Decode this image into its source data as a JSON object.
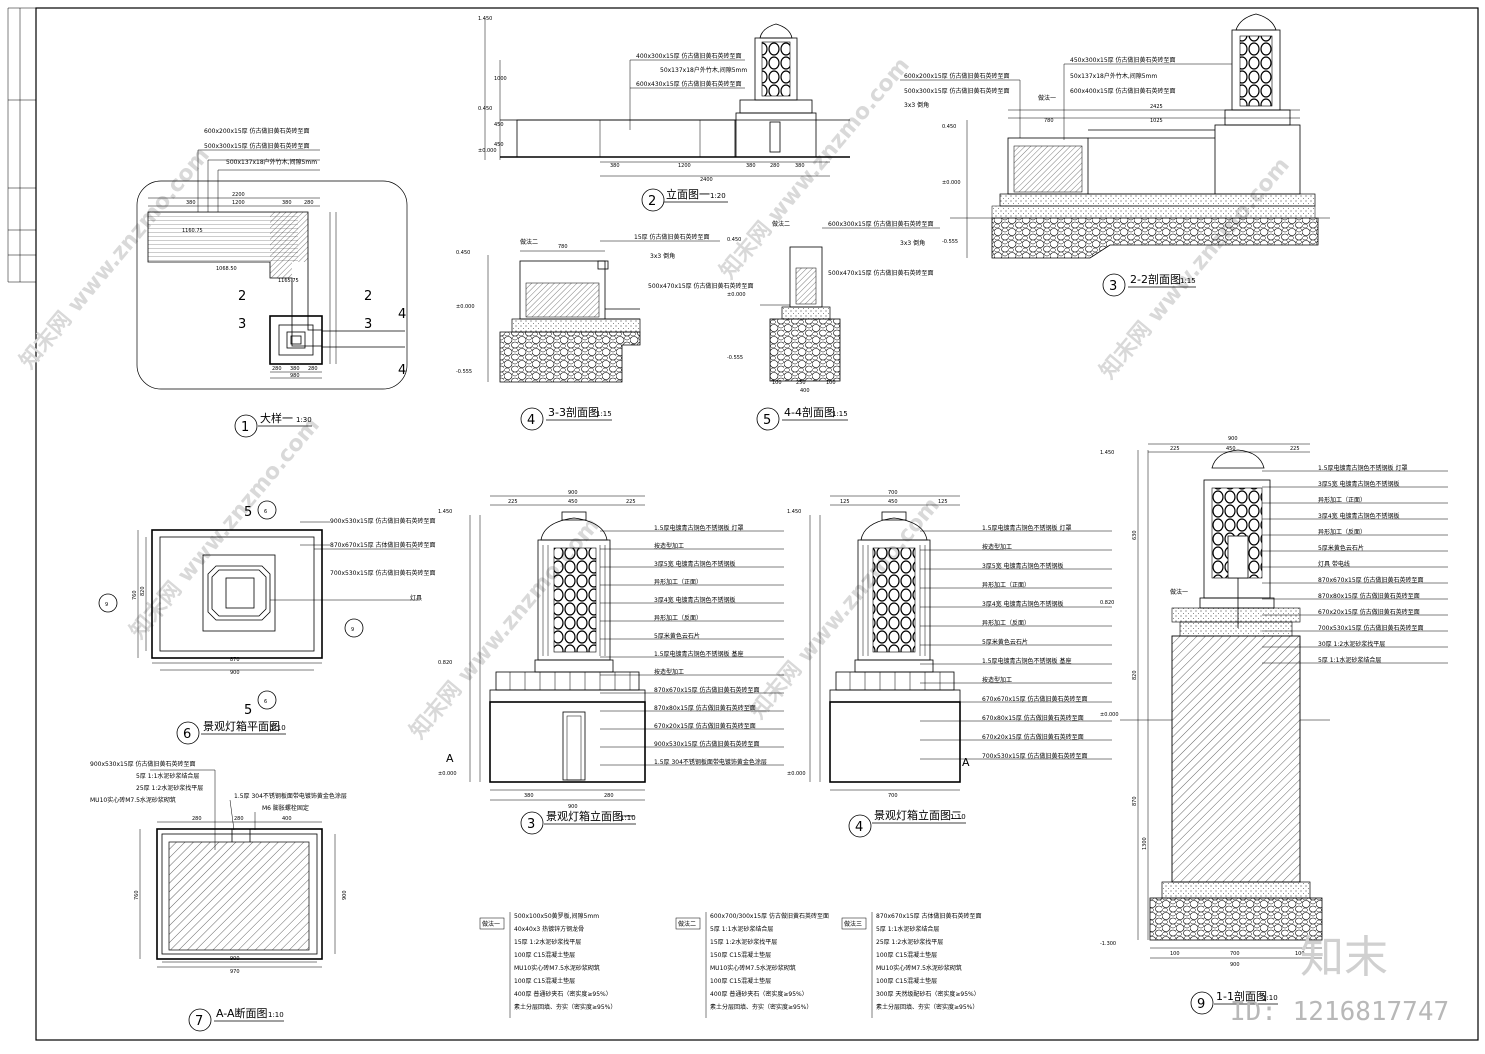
{
  "drawings": {
    "d1": {
      "num": "1",
      "title": "大样一",
      "scale": "1:30",
      "callouts": [
        "600x200x15厚 仿古做旧黄石英砖至面",
        "500x300x15厚 仿古做旧黄石英砖至面",
        "500x137x18户外竹木,间隙5mm"
      ],
      "dims_top": [
        "2200",
        "380",
        "1200",
        "380",
        "280"
      ],
      "levels": [
        "1160.75",
        "1068.50",
        "1165.75"
      ],
      "dims_bottom": [
        "280",
        "380",
        "280"
      ],
      "dim_bottom_total": "980",
      "sec": [
        "2",
        "2",
        "3",
        "3",
        "4",
        "4"
      ]
    },
    "d2": {
      "num": "2",
      "title": "立面图一",
      "scale": "1:20",
      "callouts": [
        "400x300x15厚 仿古做旧黄石英砖至面",
        "50x137x18户外竹木,间隙5mm",
        "600x430x15厚 仿古做旧黄石英砖至面"
      ],
      "levels": [
        "1.450",
        "0.450",
        "±0.000"
      ],
      "dims": [
        "380",
        "1200",
        "380",
        "280",
        "380"
      ],
      "dim_total": "2400",
      "vdims": [
        "1000",
        "450",
        "450"
      ]
    },
    "d3": {
      "num": "3",
      "title": "2-2剖面图",
      "scale": "1:15",
      "callouts": [
        "450x300x15厚 仿古做旧黄石英砖至面",
        "50x137x18户外竹木,间隙5mm",
        "600x400x15厚 仿古做旧黄石英砖至面",
        "600x200x15厚 仿古做旧黄石英砖至面",
        "500x300x15厚 仿古做旧黄石英砖至面",
        "3x3 倒角"
      ],
      "tag": "做法一",
      "levels": [
        "0.450",
        "±0.000",
        "-0.555"
      ],
      "dims": [
        "2425",
        "780",
        "1025"
      ]
    },
    "d4": {
      "num": "4",
      "title": "3-3剖面图",
      "scale": "1:15",
      "callouts": [
        "15厚 仿古做旧黄石英砖至面",
        "3x3 倒角",
        "500x470x15厚 仿古做旧黄石英砖至面"
      ],
      "tag": "做法二",
      "levels": [
        "0.450",
        "±0.000",
        "-0.555"
      ],
      "dims": [
        "780"
      ]
    },
    "d5": {
      "num": "5",
      "title": "4-4剖面图",
      "scale": "1:15",
      "callouts": [
        "600x300x15厚 仿古做旧黄石英砖至面",
        "3x3 倒角",
        "500x470x15厚 仿古做旧黄石英砖至面"
      ],
      "tag": "做法二",
      "levels": [
        "0.450",
        "±0.000",
        "-0.555"
      ],
      "dims": [
        "100",
        "250",
        "100",
        "400"
      ]
    },
    "d6": {
      "num": "6",
      "title": "景观灯箱平面图",
      "scale": "1:10",
      "callouts": [
        "900x530x15厚 仿古做旧黄石英砖至面",
        "870x670x15厚 古体做旧黄石英砖至面",
        "700x530x15厚 仿古做旧黄石英砖至面",
        "灯具"
      ],
      "dims": [
        "870",
        "900"
      ],
      "vdims": [
        "760",
        "820"
      ],
      "sec": [
        "5",
        "5",
        "9",
        "9"
      ]
    },
    "d7": {
      "num": "7",
      "title": "A-A断面图",
      "scale": "1:10",
      "callouts": [
        "900x530x15厚 仿古做旧黄石英砖至面",
        "5厚 1:1水泥砂浆结合层",
        "25厚 1:2水泥砂浆找平层",
        "MU10实心砖M7.5水泥砂浆砌筑",
        "1.5厚 304不锈钢板面带电镀饰黄金色涂层",
        "M6 膨胀螺栓固定"
      ],
      "dims": [
        "280",
        "280",
        "400"
      ],
      "dim_bottom": [
        "900",
        "970"
      ],
      "vdims": [
        "760",
        "900"
      ]
    },
    "d8": {
      "num": "3",
      "title": "景观灯箱立面图一",
      "scale": "1:10",
      "callouts": [
        "1.5厚电镀青古铜色不锈钢板 灯罩",
        "按造型加工",
        "3厚5宽 电镀青古铜色不锈钢板",
        "异形加工（正面）",
        "3厚4宽 电镀青古铜色不锈钢板",
        "异形加工（反面）",
        "5厚米黄色云石片",
        "1.5厚电镀青古铜色不锈钢板 基座",
        "按造型加工",
        "870x670x15厚 仿古做旧黄石英砖至面",
        "870x80x15厚 仿古做旧黄石英砖至面",
        "670x20x15厚 仿古做旧黄石英砖至面",
        "900x530x15厚 仿古做旧黄石英砖至面",
        "1.5厚 304不锈钢板面带电镀饰黄金色涂层"
      ],
      "dims_top": [
        "225",
        "450",
        "225"
      ],
      "dim_top_total": "900",
      "levels": [
        "1.450",
        "0.820",
        "±0.000"
      ],
      "dim_bottom": [
        "380",
        "280"
      ],
      "dim_bottom_total": "900",
      "sec": [
        "A"
      ]
    },
    "d9": {
      "num": "4",
      "title": "景观灯箱立面图二",
      "scale": "1:10",
      "callouts": [
        "1.5厚电镀青古铜色不锈钢板 灯罩",
        "按造型加工",
        "3厚5宽 电镀青古铜色不锈钢板",
        "异形加工（正面）",
        "3厚4宽 电镀青古铜色不锈钢板",
        "异形加工（反面）",
        "5厚米黄色云石片",
        "1.5厚电镀青古铜色不锈钢板 基座",
        "按造型加工",
        "670x670x15厚 仿古做旧黄石英砖至面",
        "670x80x15厚 仿古做旧黄石英砖至面",
        "670x20x15厚 仿古做旧黄石英砖至面",
        "700x530x15厚 仿古做旧黄石英砖至面"
      ],
      "dims_top": [
        "125",
        "450",
        "125"
      ],
      "dim_top_total": "700",
      "levels": [
        "1.450",
        "±0.000"
      ],
      "dim_bottom_total": "700",
      "sec": [
        "A"
      ]
    },
    "d10": {
      "num": "9",
      "title": "1-1剖面图",
      "scale": "1:10",
      "callouts": [
        "1.5厚电镀青古铜色不锈钢板 灯罩",
        "3厚5宽 电镀青古铜色不锈钢板",
        "异形加工（正面）",
        "3厚4宽 电镀青古铜色不锈钢板",
        "异形加工（反面）",
        "5厚米黄色云石片",
        "灯具 带电线",
        "870x670x15厚 仿古做旧黄石英砖至面",
        "870x80x15厚 仿古做旧黄石英砖至面",
        "670x20x15厚 仿古做旧黄石英砖至面",
        "700x530x15厚 仿古做旧黄石英砖至面",
        "30厚 1:2水泥砂浆找平层",
        "5厚 1:1水泥砂浆结合层"
      ],
      "tag": "做法一",
      "dims_top": [
        "225",
        "450",
        "225"
      ],
      "dim_top_total": "900",
      "levels": [
        "1.450",
        "0.820",
        "±0.000",
        "-1.300"
      ],
      "vdims": [
        "630",
        "820",
        "870",
        "1300"
      ],
      "dims_bottom": [
        "100",
        "700",
        "100"
      ],
      "dim_bottom_total": "900"
    }
  },
  "legends": [
    {
      "tag": "做法一",
      "items": [
        "500x100x50黄罗板,间隙5mm",
        "40x40x3 热镀锌方钢龙骨",
        "15厚 1:2水泥砂浆找平层",
        "100厚 C15混凝土垫层",
        "MU10实心砖M7.5水泥砂浆砌筑",
        "100厚 C15混凝土垫层",
        "400厚 普通砂夹石（密实度≥95%）",
        "素土分层回填、夯实（密实度≥95%）"
      ]
    },
    {
      "tag": "做法二",
      "items": [
        "600x700/300x15厚 仿古做旧黄石英砖至面",
        "5厚 1:1水泥砂浆结合层",
        "15厚 1:2水泥砂浆找平层",
        "150厚 C15混凝土垫层",
        "MU10实心砖M7.5水泥砂浆砌筑",
        "100厚 C15混凝土垫层",
        "400厚 普通砂夹石（密实度≥95%）",
        "素土分层回填、夯实（密实度≥95%）"
      ]
    },
    {
      "tag": "做法三",
      "items": [
        "870x670x15厚 古体做旧黄石英砖至面",
        "5厚 1:1水泥砂浆结合层",
        "25厚 1:2水泥砂浆找平层",
        "100厚 C15混凝土垫层",
        "MU10实心砖M7.5水泥砂浆砌筑",
        "100厚 C15混凝土垫层",
        "300厚 天然级配砂石（密实度≥95%）",
        "素土分层回填、夯实（密实度≥95%）"
      ]
    }
  ],
  "watermark": {
    "text": "知末网 www.znzmo.com",
    "brand": "知末",
    "id": "ID: 1216817747"
  }
}
